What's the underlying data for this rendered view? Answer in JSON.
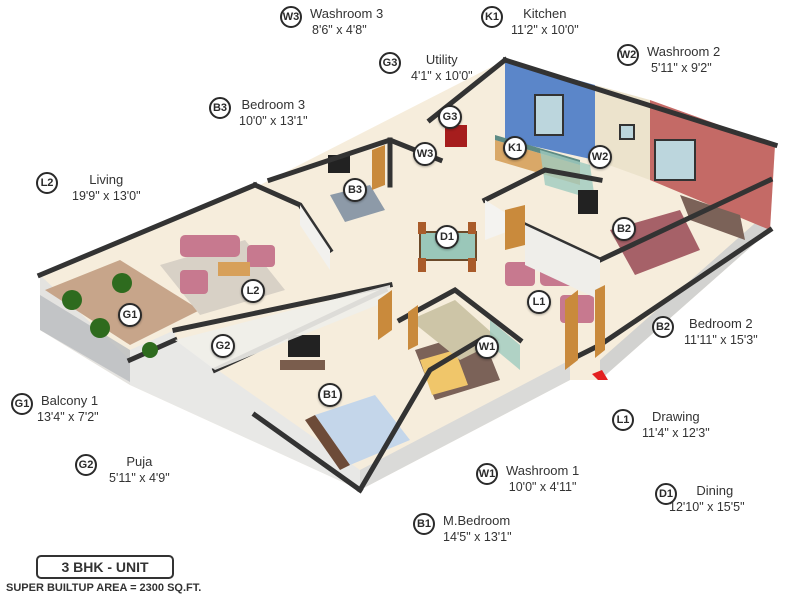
{
  "unit": {
    "type_label": "3 BHK - UNIT",
    "area_label": "SUPER BUILTUP AREA = 2300 SQ.FT."
  },
  "rooms": [
    {
      "code": "W3",
      "name": "Washroom 3",
      "dim": "8'6\" x 4'8\""
    },
    {
      "code": "K1",
      "name": "Kitchen",
      "dim": "11'2\" x 10'0\""
    },
    {
      "code": "W2",
      "name": "Washroom 2",
      "dim": "5'11\" x 9'2\""
    },
    {
      "code": "G3",
      "name": "Utility",
      "dim": "4'1\" x 10'0\""
    },
    {
      "code": "B3",
      "name": "Bedroom 3",
      "dim": "10'0\" x 13'1\""
    },
    {
      "code": "L2",
      "name": "Living",
      "dim": "19'9\" x 13'0\""
    },
    {
      "code": "B2",
      "name": "Bedroom 2",
      "dim": "11'11\" x 15'3\""
    },
    {
      "code": "G1",
      "name": "Balcony 1",
      "dim": "13'4\" x 7'2\""
    },
    {
      "code": "L1",
      "name": "Drawing",
      "dim": "11'4\" x 12'3\""
    },
    {
      "code": "G2",
      "name": "Puja",
      "dim": "5'11\" x 4'9\""
    },
    {
      "code": "W1",
      "name": "Washroom 1",
      "dim": "10'0\" x 4'11\""
    },
    {
      "code": "D1",
      "name": "Dining",
      "dim": "12'10\" x 15'5\""
    },
    {
      "code": "B1",
      "name": "M.Bedroom",
      "dim": "14'5\" x 13'1\""
    }
  ],
  "plan_badges": [
    "G3",
    "W3",
    "K1",
    "W2",
    "B3",
    "D1",
    "B2",
    "L2",
    "G1",
    "L1",
    "G2",
    "W1",
    "B1"
  ],
  "colors": {
    "wall_top": "#333333",
    "wall_face": "#f1f0ee",
    "floor": "#f5ecd9",
    "kitchen_wall": "#5b86c9",
    "bedroom2_wall": "#c46a66",
    "tile_wall": "#ece3cc",
    "wood": "#c98a3c",
    "sofa": "#c7798f",
    "entry_arrow": "#e32020"
  }
}
